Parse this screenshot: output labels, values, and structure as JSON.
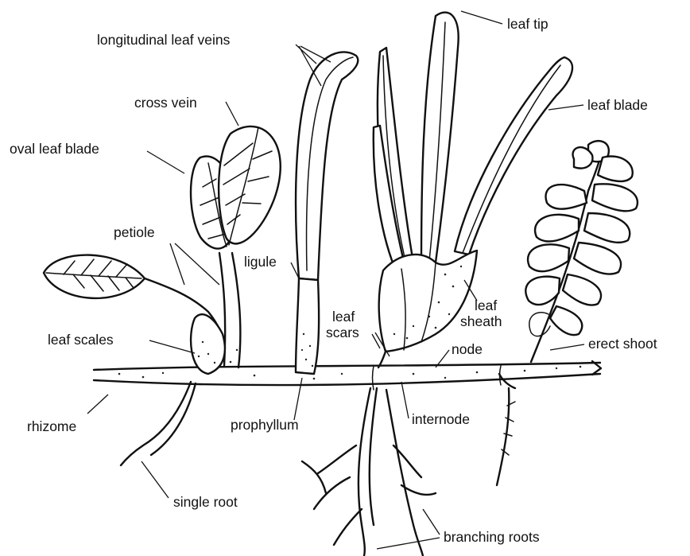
{
  "labels": {
    "leaf_tip": "leaf tip",
    "longitudinal_leaf_veins": "longitudinal leaf veins",
    "leaf_blade": "leaf blade",
    "cross_vein": "cross vein",
    "oval_leaf_blade": "oval leaf blade",
    "petiole": "petiole",
    "ligule": "ligule",
    "leaf_scales": "leaf scales",
    "leaf_scars_1": "leaf",
    "leaf_scars_2": "scars",
    "leaf_sheath_1": "leaf",
    "leaf_sheath_2": "sheath",
    "node": "node",
    "erect_shoot": "erect shoot",
    "rhizome": "rhizome",
    "prophyllum": "prophyllum",
    "internode": "internode",
    "single_root": "single root",
    "branching_roots": "branching roots"
  }
}
